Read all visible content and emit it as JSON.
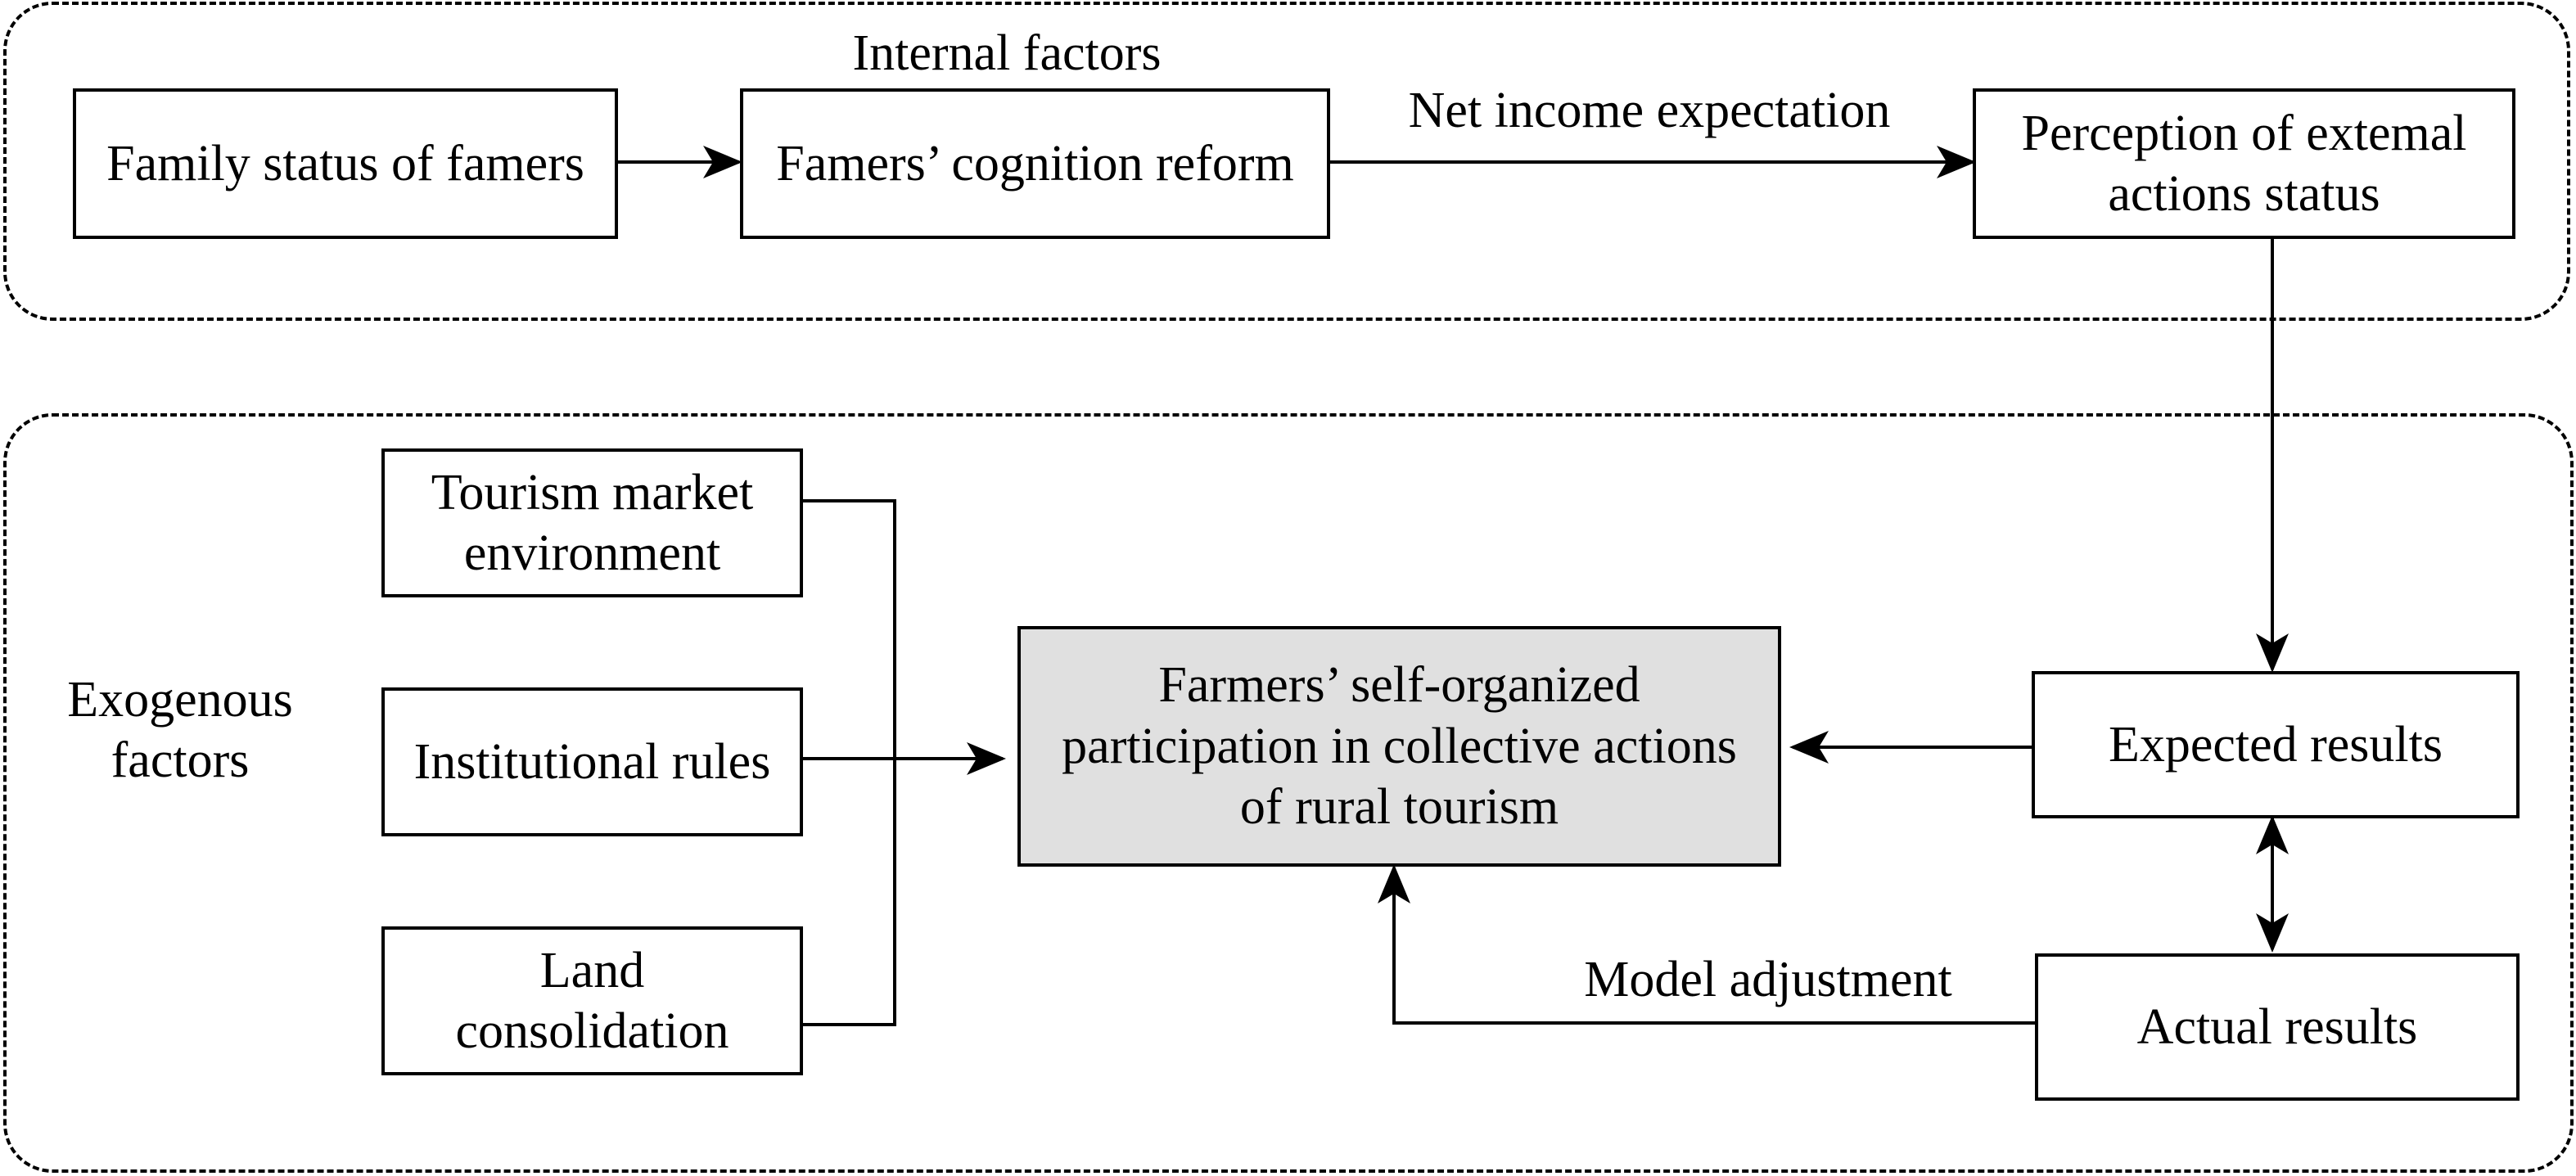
{
  "groups": {
    "internal": {
      "label": "Internal factors"
    },
    "exogenous": {
      "label": "Exogenous\nfactors"
    }
  },
  "boxes": {
    "family_status": "Family status of famers",
    "cognition_reform": "Famers’ cognition reform",
    "perception": "Perception of extemal\nactions status",
    "tourism_market": "Tourism market\nenvironment",
    "institutional_rules": "Institutional rules",
    "land_consolidation": "Land\nconsolidation",
    "central": "Farmers’ self-organized\nparticipation in collective actions\nof rural tourism",
    "expected_results": "Expected results",
    "actual_results": "Actual results"
  },
  "edge_labels": {
    "net_income": "Net income expectation",
    "model_adjustment": "Model adjustment"
  },
  "colors": {
    "line": "#000000",
    "central_fill": "#e0e0e0",
    "box_fill": "#ffffff"
  }
}
